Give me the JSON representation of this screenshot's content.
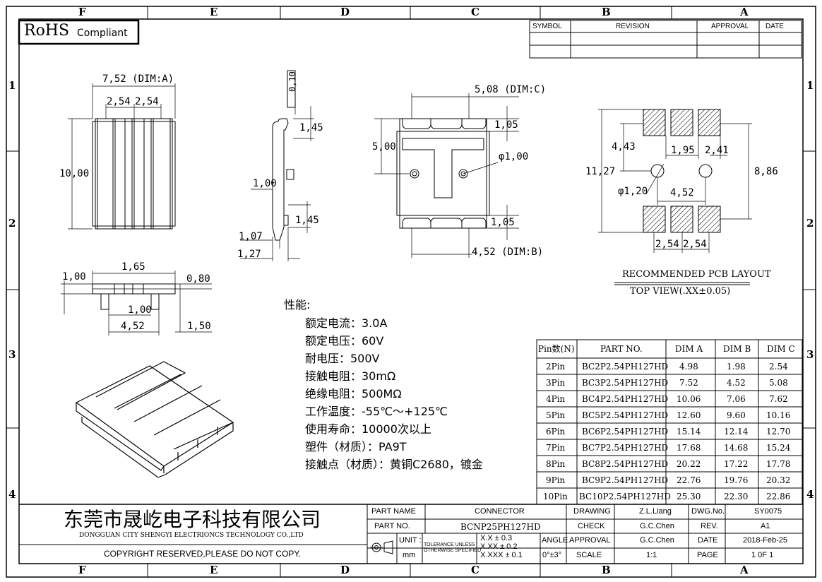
{
  "frame": {
    "columns": [
      "F",
      "E",
      "D",
      "C",
      "B",
      "A"
    ],
    "rows": [
      "1",
      "2",
      "3",
      "4"
    ]
  },
  "rohs": {
    "main": "RoHS",
    "sub": "Compliant"
  },
  "revision_block": {
    "headers": [
      "SYMBOL",
      "REVISION",
      "APPROVAL",
      "DATE"
    ]
  },
  "front_view": {
    "width": "7,52 (DIM:A)",
    "pitch1": "2,54",
    "pitch2": "2,54",
    "height": "10,00"
  },
  "side_view": {
    "thickness": "0,10",
    "top_h": "1,45",
    "mid": "1,00",
    "bot_h": "1,45",
    "w1": "1,07",
    "w2": "1,27"
  },
  "bottom_view": {
    "width": "5,08 (DIM:C)",
    "top_gap": "1,05",
    "height": "5,00",
    "hole": "φ1,00",
    "bot_gap": "1,05",
    "length": "4,52 (DIM:B)"
  },
  "pcb_layout": {
    "pad_h": "4,43",
    "gap": "1,95",
    "pad_w": "2,41",
    "total_h": "11,27",
    "span": "8,86",
    "hole": "φ1,20",
    "hole_dist": "4,52",
    "pitch1": "2,54",
    "pitch2": "2,54",
    "title": "RECOMMENDED PCB LAYOUT",
    "view": "TOP VIEW(.XX±0.05)"
  },
  "lower_view": {
    "top": "1,00",
    "width": "1,65",
    "right": "0,80",
    "mid": "1,00",
    "length": "4,52",
    "height": "1,50"
  },
  "specs": {
    "title": "性能:",
    "lines": [
      "额定电流：3.0A",
      "额定电压：60V",
      "耐电压：500V",
      "接触电阻：30mΩ",
      "绝缘电阻：500MΩ",
      "工作温度：-55℃～+125℃",
      "使用寿命：10000次以上",
      "塑件（材质）：PA9T",
      "接触点（材质）：黄铜C2680，镀金"
    ]
  },
  "part_table": {
    "headers": [
      "Pin数(N)",
      "PART NO.",
      "DIM A",
      "DIM B",
      "DIM C"
    ],
    "rows": [
      [
        "2Pin",
        "BC2P2.54PH127HD",
        "4.98",
        "1.98",
        "2.54"
      ],
      [
        "3Pin",
        "BC3P2.54PH127HD",
        "7.52",
        "4.52",
        "5.08"
      ],
      [
        "4Pin",
        "BC4P2.54PH127HD",
        "10.06",
        "7.06",
        "7.62"
      ],
      [
        "5Pin",
        "BC5P2.54PH127HD",
        "12.60",
        "9.60",
        "10.16"
      ],
      [
        "6Pin",
        "BC6P2.54PH127HD",
        "15.14",
        "12.14",
        "12.70"
      ],
      [
        "7Pin",
        "BC7P2.54PH127HD",
        "17.68",
        "14.68",
        "15.24"
      ],
      [
        "8Pin",
        "BC8P2.54PH127HD",
        "20.22",
        "17.22",
        "17.78"
      ],
      [
        "9Pin",
        "BC9P2.54PH127HD",
        "22.76",
        "19.76",
        "20.32"
      ],
      [
        "10Pin",
        "BC10P2.54PH127HD",
        "25.30",
        "22.30",
        "22.86"
      ]
    ]
  },
  "title_block": {
    "company_cn": "东莞市晟屹电子科技有限公司",
    "company_en": "DONGGUAN CITY SHENGYI ELECTRIONCS TECHNOLOGY CO.,LTD",
    "copyright": "COPYRIGHT RESERVED,PLEASE DO NOT COPY.",
    "part_name_label": "PART NAME",
    "part_name": "CONNECTOR",
    "part_no_label": "PART NO.",
    "part_no": "BCNP25PH127HD",
    "unit_label": "UNIT :",
    "unit": "mm",
    "tolerance_label_1": "TOLERANCE UNLESS",
    "tolerance_label_2": "OTHERWISE SPECIFIED",
    "tol_1": "X.X ± 0.3",
    "tol_2": "X.XX ± 0.2",
    "tol_3": "X.XXX ± 0.1",
    "angle_label": "ANGLE",
    "angle": "0°±3°",
    "drawing_label": "DRAWING",
    "drawing_by": "Z.L.Liang",
    "check_label": "CHECK",
    "check_by": "G.C.Chen",
    "approval_label": "APPROVAL",
    "approval_by": "G.C.Chen",
    "scale_label": "SCALE",
    "scale": "1:1",
    "dwg_no_label": "DWG.No.",
    "dwg_no": "SY0075",
    "rev_label": "REV.",
    "rev": "A1",
    "date_label": "DATE",
    "date": "2018-Feb-25",
    "page_label": "PAGE",
    "page": "1 0F 1"
  }
}
